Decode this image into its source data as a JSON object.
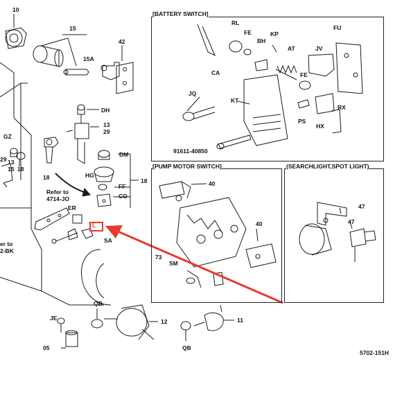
{
  "panels": {
    "battery_switch": "[BATTERY SWITCH]",
    "pump_motor_switch": "[PUMP MOTOR SWITCH]",
    "searchlight": "(SEARCHLIGHT,SPOT LIGHT)"
  },
  "labels": {
    "p10": "10",
    "p15": "15",
    "p15a": "15A",
    "p42": "42",
    "dh": "DH",
    "p13a": "13",
    "p29a": "29",
    "gz": "GZ",
    "p29b": "29",
    "p13b": "13",
    "p15b": "15",
    "p18a": "18",
    "p18b": "18",
    "dm": "DM",
    "hg": "HG",
    "ff": "FF",
    "co": "CO",
    "p18c": "18",
    "refer_to": "Refer to",
    "refer_num": "4714-JO",
    "er": "ER",
    "l_left": "L",
    "sa": "SA",
    "ter_to": "er to",
    "bk": "2-BK",
    "qb1": "QB",
    "p12": "12",
    "je": "JE",
    "p05": "05",
    "qb2": "QB",
    "p11": "11",
    "cut1": "",
    "rl": "RL",
    "fe1": "FE",
    "bh": "BH",
    "kp": "KP",
    "fu": "FU",
    "at": "AT",
    "jv": "JV",
    "fe2": "FE",
    "ca": "CA",
    "jq": "JQ",
    "kt": "KT",
    "rx": "RX",
    "ps": "PS",
    "hx": "HX",
    "part_no": "91611-40850",
    "pm40a": "40",
    "pm40b": "40",
    "pm73": "73",
    "sm": "SM",
    "sl47a": "47",
    "sl47b": "47",
    "drawing_no": "5702-151H"
  },
  "colors": {
    "line": "#1a1a1a",
    "highlight": "#e8392b",
    "panel_border": "#222222"
  }
}
